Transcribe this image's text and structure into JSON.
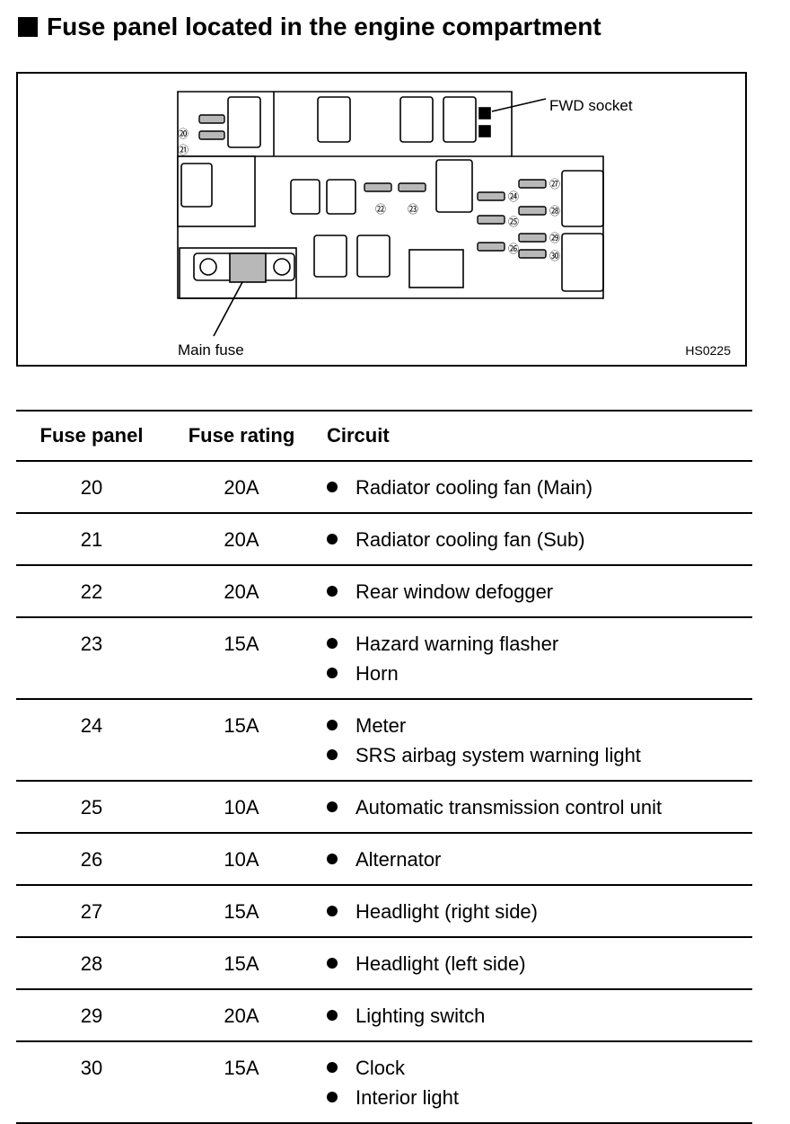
{
  "title": "Fuse panel located in the engine compartment",
  "figure": {
    "fwd_socket_label": "FWD socket",
    "main_fuse_label": "Main fuse",
    "figure_code": "HS0225",
    "fuse_numbers": [
      "⑳",
      "㉑",
      "㉒",
      "㉓",
      "㉔",
      "㉕",
      "㉖",
      "㉗",
      "㉘",
      "㉙",
      "㉚"
    ]
  },
  "table": {
    "headers": [
      "Fuse panel",
      "Fuse rating",
      "Circuit"
    ],
    "rows": [
      {
        "panel": "20",
        "rating": "20A",
        "circuits": [
          "Radiator cooling fan (Main)"
        ]
      },
      {
        "panel": "21",
        "rating": "20A",
        "circuits": [
          "Radiator cooling fan (Sub)"
        ]
      },
      {
        "panel": "22",
        "rating": "20A",
        "circuits": [
          "Rear window defogger"
        ]
      },
      {
        "panel": "23",
        "rating": "15A",
        "circuits": [
          "Hazard warning flasher",
          "Horn"
        ]
      },
      {
        "panel": "24",
        "rating": "15A",
        "circuits": [
          "Meter",
          "SRS airbag system warning light"
        ]
      },
      {
        "panel": "25",
        "rating": "10A",
        "circuits": [
          "Automatic transmission control unit"
        ]
      },
      {
        "panel": "26",
        "rating": "10A",
        "circuits": [
          "Alternator"
        ]
      },
      {
        "panel": "27",
        "rating": "15A",
        "circuits": [
          "Headlight (right side)"
        ]
      },
      {
        "panel": "28",
        "rating": "15A",
        "circuits": [
          "Headlight (left side)"
        ]
      },
      {
        "panel": "29",
        "rating": "20A",
        "circuits": [
          "Lighting switch"
        ]
      },
      {
        "panel": "30",
        "rating": "15A",
        "circuits": [
          "Clock",
          "Interior light"
        ]
      }
    ]
  }
}
